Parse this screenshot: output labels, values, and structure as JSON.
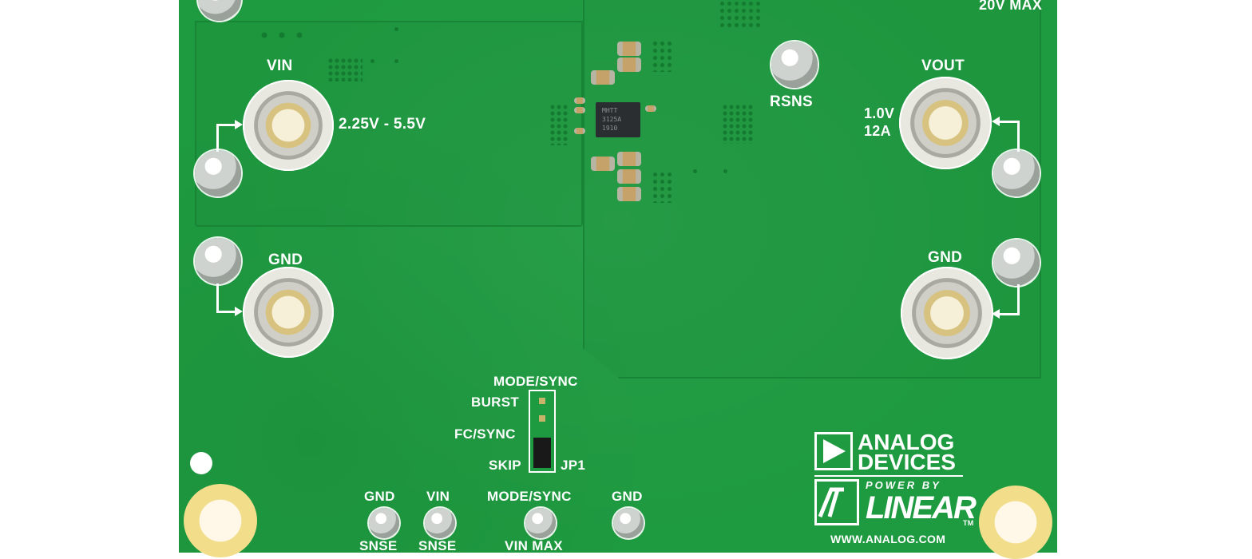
{
  "board": {
    "corner_label": "20V MAX",
    "vin_label": "VIN",
    "vin_range": "2.25V - 5.5V",
    "gnd_left_label": "GND",
    "rsns_label": "RSNS",
    "vout_label": "VOUT",
    "vout_voltage": "1.0V",
    "vout_current": "12A",
    "gnd_right_label": "GND",
    "chip_marking": [
      "MHTT",
      "3125A",
      "1910"
    ],
    "jumper": {
      "title": "MODE/SYNC",
      "burst": "BURST",
      "fc_sync": "FC/SYNC",
      "skip": "SKIP",
      "ref": "JP1"
    },
    "bottom_terminals": [
      {
        "top": "GND",
        "bottom": "SNSE"
      },
      {
        "top": "VIN",
        "bottom": "SNSE"
      },
      {
        "top": "MODE/SYNC",
        "bottom": "VIN MAX"
      },
      {
        "top": "GND",
        "bottom": ""
      }
    ],
    "brand": {
      "line1": "ANALOG",
      "line2": "DEVICES",
      "power_by": "POWER BY",
      "linear": "LINEAR",
      "tm": "TM",
      "website": "WWW.ANALOG.COM"
    },
    "colors": {
      "pcb": "#1e9a40",
      "silkscreen": "#ffffff",
      "copper_ring": "#f1dd8a"
    }
  }
}
